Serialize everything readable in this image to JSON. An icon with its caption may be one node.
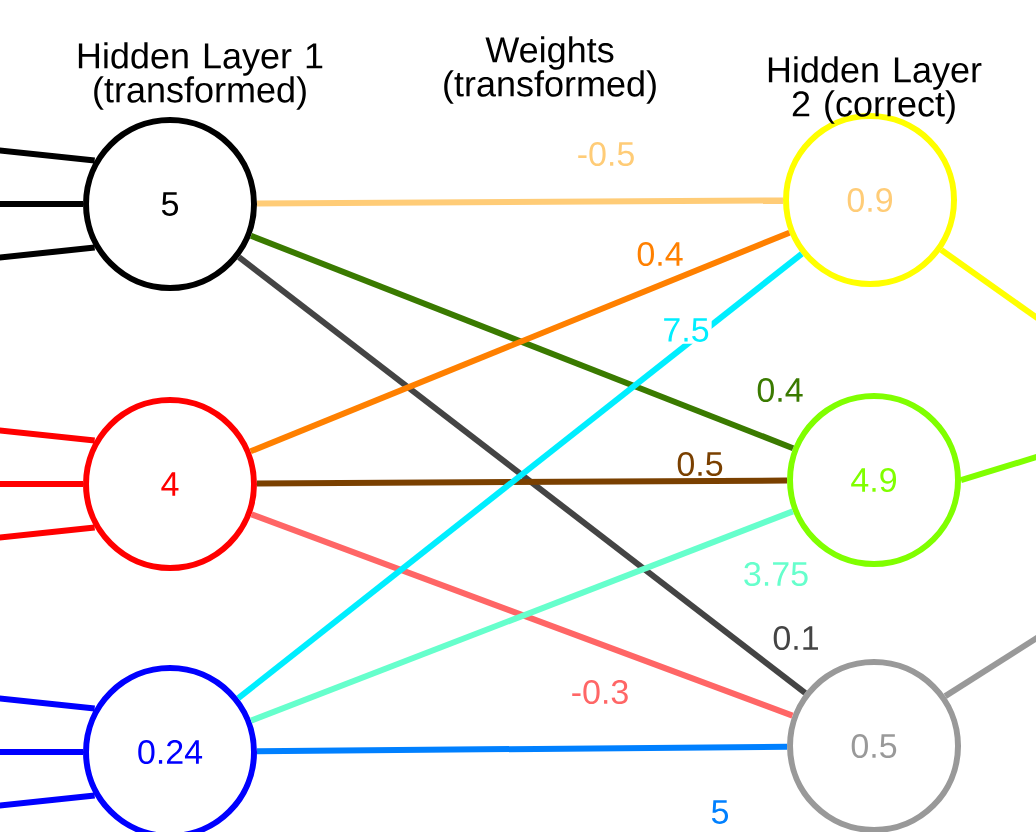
{
  "diagram": {
    "nodes": [
      {
        "text": [
          "5"
        ]
      },
      {
        "text": [
          "4"
        ]
      },
      {
        "text": [
          "0.24"
        ]
      },
      {
        "text": [
          "0.9"
        ]
      },
      {
        "text": [
          "4.9"
        ]
      },
      {
        "text": [
          "0.5"
        ]
      }
    ],
    "edges": [
      {
        "from": null,
        "to": 0,
        "arrow": "none",
        "color": "#000000"
      },
      {
        "from": null,
        "to": 0,
        "arrow": "none",
        "color": "#000000"
      },
      {
        "from": null,
        "to": 0,
        "arrow": "none",
        "color": "#000000"
      },
      {
        "from": null,
        "to": 1,
        "arrow": "none",
        "color": "#ff0000"
      },
      {
        "from": null,
        "to": 1,
        "arrow": "none",
        "color": "#ff0000"
      },
      {
        "from": null,
        "to": 1,
        "arrow": "none",
        "color": "#ff0000"
      },
      {
        "from": null,
        "to": 2,
        "arrow": "none",
        "color": "#0000ff"
      },
      {
        "from": null,
        "to": 2,
        "arrow": "none",
        "color": "#0000ff"
      },
      {
        "from": null,
        "to": 2,
        "arrow": "none",
        "color": "#0000ff"
      },
      {
        "from": 0,
        "to": 3,
        "arrow": "none",
        "label": "-0.5",
        "color": "#ffcc77"
      },
      {
        "from": 0,
        "to": 4,
        "arrow": "none",
        "label": "0.4",
        "color": "#3a7a00"
      },
      {
        "from": 0,
        "to": 5,
        "arrow": "none",
        "label": "0.1",
        "color": "#444444"
      },
      {
        "from": 1,
        "to": 3,
        "arrow": "none",
        "label": "0.4",
        "color": "#ff8000"
      },
      {
        "from": 1,
        "to": 4,
        "arrow": "none",
        "label": "0.5",
        "color": "#7a4000"
      },
      {
        "from": 1,
        "to": 5,
        "arrow": "none",
        "label": "-0.3",
        "color": "#ff6666"
      },
      {
        "from": 2,
        "to": 3,
        "arrow": "none",
        "label": "7.5",
        "color": "#00eeff"
      },
      {
        "from": 2,
        "to": 4,
        "arrow": "none",
        "label": "3.75",
        "color": "#66ffcc"
      },
      {
        "from": 2,
        "to": 5,
        "arrow": "none",
        "label": "5",
        "color": "#0080ff"
      },
      {
        "from": 3,
        "to": null,
        "arrow": "none",
        "color": "#ffff00"
      },
      {
        "from": 4,
        "to": null,
        "arrow": "none",
        "color": "#80ff00"
      },
      {
        "from": 5,
        "to": null,
        "arrow": "none",
        "color": "#999999"
      }
    ],
    "labels": [
      "Hidden Layer 1 (transformed)",
      "Weights (transformed)",
      "Hidden Layer 2 (correct)"
    ]
  }
}
